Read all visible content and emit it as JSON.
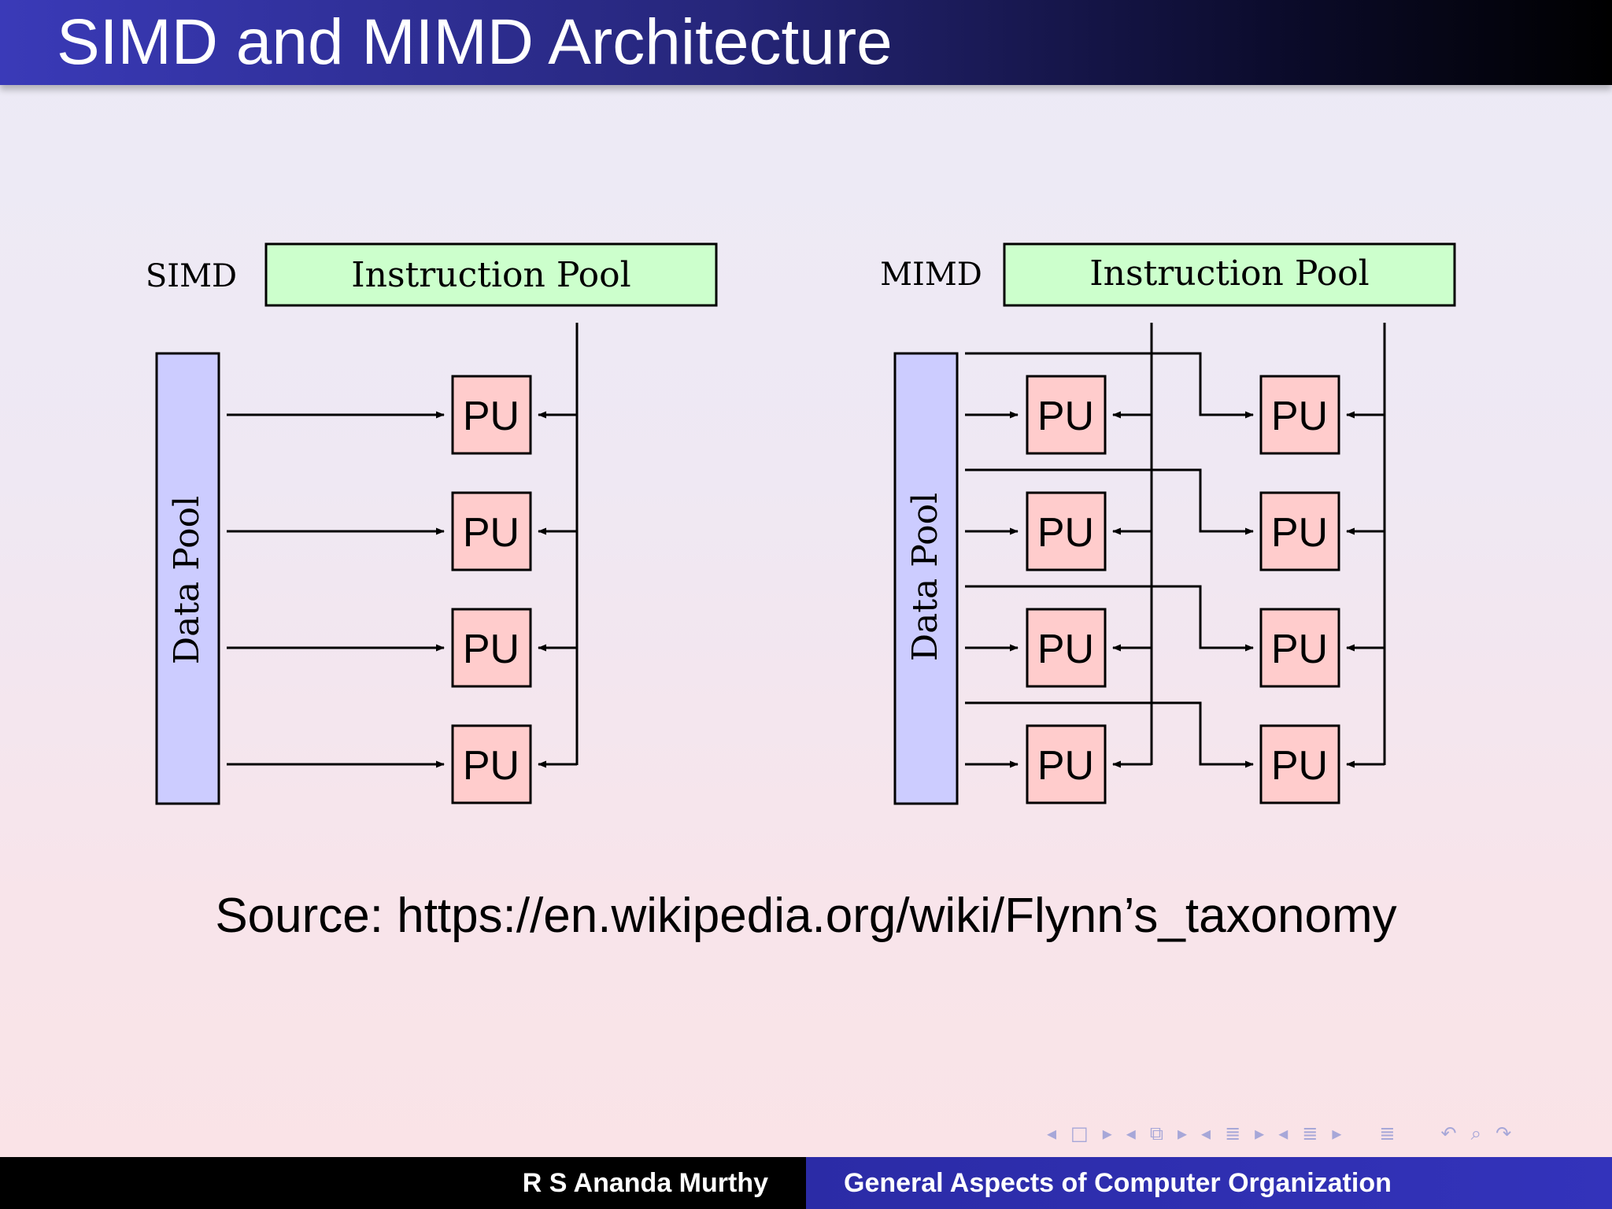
{
  "slide": {
    "title": "SIMD and MIMD Architecture"
  },
  "simd": {
    "label": "SIMD",
    "instruction_pool": "Instruction Pool",
    "data_pool": "Data Pool",
    "pu_label": "PU"
  },
  "mimd": {
    "label": "MIMD",
    "instruction_pool": "Instruction Pool",
    "data_pool": "Data Pool",
    "pu_label": "PU"
  },
  "source": "Source: https://en.wikipedia.org/wiki/Flynn’s_taxonomy",
  "colors": {
    "instruction_pool": "#ccffcc",
    "data_pool": "#ccccff",
    "pu": "#ffcccc",
    "title_bar_start": "#3a3ab8",
    "footer_right": "#3333bb"
  },
  "footer": {
    "author": "R S Ananda Murthy",
    "course": "General Aspects of Computer Organization"
  },
  "nav_icons": [
    "prev-frame-icon",
    "frame-icon",
    "next-frame-icon",
    "prev-subsection-icon",
    "subsection-icon",
    "next-subsection-icon",
    "prev-section-icon",
    "section-icon",
    "next-section-icon",
    "prev-doc-icon",
    "doc-icon",
    "next-doc-icon",
    "toc-icon",
    "back-icon",
    "search-icon",
    "forward-icon"
  ]
}
